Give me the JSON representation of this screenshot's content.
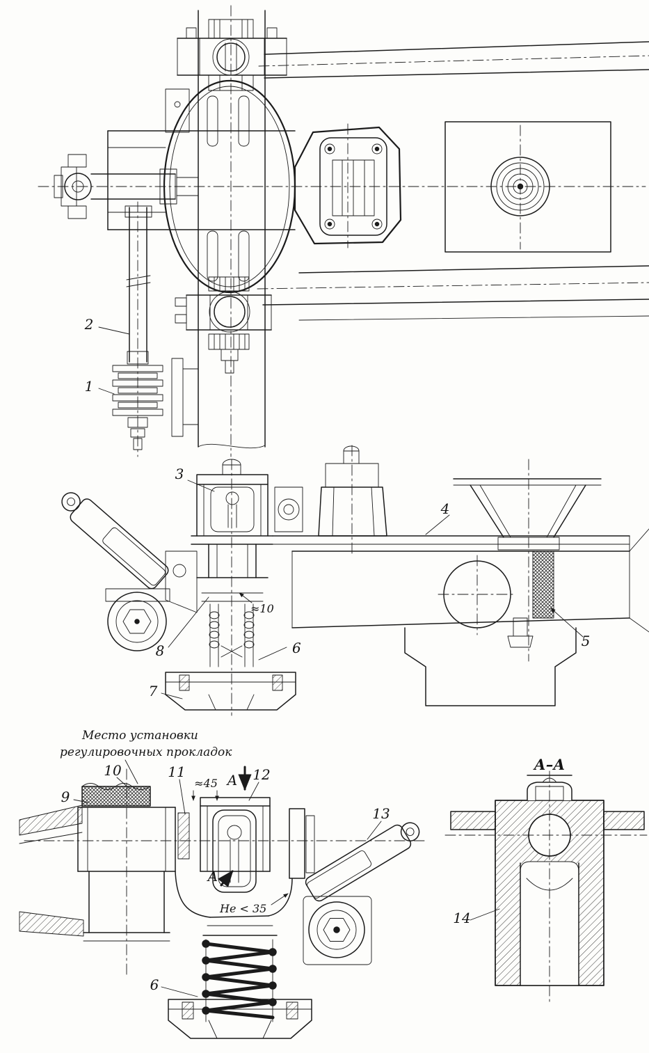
{
  "drawing": {
    "description_colors": {
      "ink": "#1b1b1b",
      "paper": "#fdfdfb"
    }
  },
  "callouts": {
    "c1": "1",
    "c2": "2",
    "c3": "3",
    "c4": "4",
    "c5": "5",
    "c6": "6",
    "c7": "7",
    "c8": "8",
    "c9": "9",
    "c10": "10",
    "c11": "11",
    "c12": "12",
    "c13": "13",
    "c14": "14"
  },
  "dimensions": {
    "approx10": "≈10",
    "approx45": "≈45",
    "not_less_35": "Не < 35"
  },
  "annotations": {
    "shim_note_line1": "Место установки",
    "shim_note_line2": "регулировочных прокладок",
    "section_title": "А–А",
    "view_arrow": "А"
  }
}
